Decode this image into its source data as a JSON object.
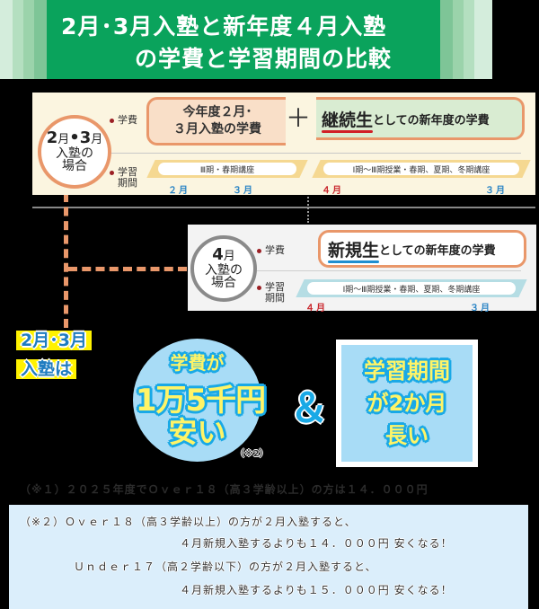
{
  "header": {
    "title_line1": "2月･3月入塾と新年度４月入塾",
    "title_line2": "の学費と学習期間の比較",
    "colors": {
      "main": "#0aa35c",
      "stripes": [
        "#d4eddc",
        "#b4dfc0",
        "#9bd3ab",
        "#7ec597"
      ]
    }
  },
  "case_feb_mar": {
    "circle": {
      "line1_big": "2",
      "line1_unit": "月",
      "line1_sep": "•",
      "line1_big2": "3",
      "line1_unit2": "月",
      "line2": "入塾の",
      "line3": "場合"
    },
    "fee_label": "学費",
    "period_label_1": "学習",
    "period_label_2": "期間",
    "fee_box_1_line1": "今年度２月･",
    "fee_box_1_line2": "３月入塾の学費",
    "plus": "＋",
    "fee_box_2_emphasis": "継続生",
    "fee_box_2_rest": "としての新年度の学費",
    "band_1": "Ⅲ期・春期講座",
    "band_2": "Ⅰ期～Ⅲ期授業・春期、夏期、冬期講座",
    "months": [
      "２月",
      "３月",
      "４月",
      "３月"
    ]
  },
  "case_apr": {
    "circle": {
      "line1_big": "4",
      "line1_unit": "月",
      "line2": "入塾の",
      "line3": "場合"
    },
    "fee_label": "学費",
    "period_label_1": "学習",
    "period_label_2": "期間",
    "fee_box_emphasis": "新規生",
    "fee_box_rest": "としての新年度の学費",
    "band": "Ⅰ期～Ⅲ期授業・春期、夏期、冬期講座",
    "months": [
      "４月",
      "３月"
    ]
  },
  "promo": {
    "tag_line1": "2月･3月",
    "tag_line2": "入塾は",
    "bubble_line1": "学費が",
    "bubble_line2": "1万5千円",
    "bubble_line3": "安い",
    "bubble_note": "（※2）",
    "ampersand": "＆",
    "box_line1": "学習期間",
    "box_line2": "が2か月",
    "box_line3": "長い"
  },
  "notes": {
    "note1": "（※１）２０２５年度でＯｖｅｒ１８（高３学齢以上）の方は１４．０００円",
    "note2_line1": "（※２）Ｏｖｅｒ１８（高３学齢以上）の方が２月入塾すると、",
    "note2_line2": "４月新規入塾するよりも１４．０００円 安くなる！",
    "note2_line3": "Ｕｎｄｅｒ１７（高２学齢以下）の方が２月入塾すると、",
    "note2_line4": "４月新規入塾するよりも１５．０００円 安くなる！"
  }
}
